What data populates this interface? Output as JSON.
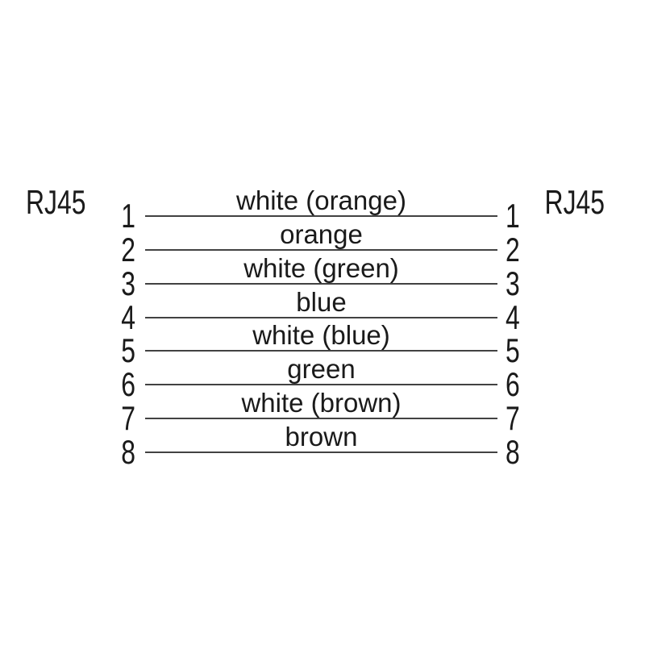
{
  "diagram": {
    "title_semantic": "RJ45 to RJ45 straight-through cable pinout",
    "left_connector_label": "RJ45",
    "right_connector_label": "RJ45",
    "wires": [
      {
        "pin": "1",
        "color_label": "white (orange)"
      },
      {
        "pin": "2",
        "color_label": "orange"
      },
      {
        "pin": "3",
        "color_label": "white (green)"
      },
      {
        "pin": "4",
        "color_label": "blue"
      },
      {
        "pin": "5",
        "color_label": "white (blue)"
      },
      {
        "pin": "6",
        "color_label": "green"
      },
      {
        "pin": "7",
        "color_label": "white (brown)"
      },
      {
        "pin": "8",
        "color_label": "brown"
      }
    ],
    "colors": {
      "background": "#ffffff",
      "text": "#1a1a1a",
      "wire_line": "#424242"
    }
  }
}
